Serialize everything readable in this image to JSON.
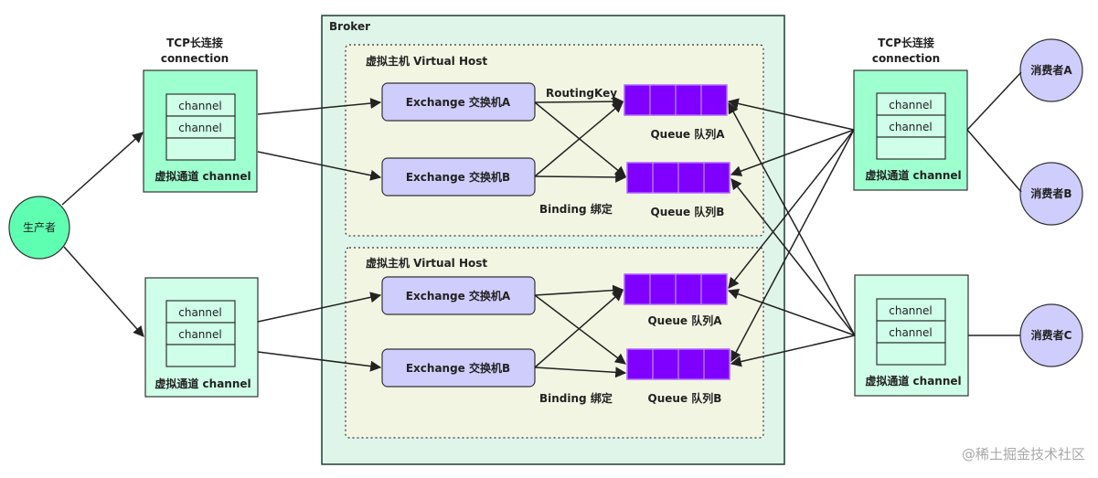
{
  "broker": {
    "title": "Broker"
  },
  "vhosts": [
    {
      "title": "虚拟主机 Virtual Host"
    },
    {
      "title": "虚拟主机 Virtual Host"
    }
  ],
  "exchanges": [
    {
      "label": "Exchange 交换机A"
    },
    {
      "label": "Exchange 交换机B"
    },
    {
      "label": "Exchange 交换机A"
    },
    {
      "label": "Exchange 交换机B"
    }
  ],
  "queues": [
    {
      "label": "Queue 队列A"
    },
    {
      "label": "Queue 队列B"
    },
    {
      "label": "Queue 队列A"
    },
    {
      "label": "Queue 队列B"
    }
  ],
  "routing_key": "RoutingKey",
  "bindings": [
    "Binding 绑定",
    "Binding 绑定"
  ],
  "connections": [
    {
      "header_1": "TCP长连接",
      "header_2": "connection",
      "channels": [
        "channel",
        "channel"
      ],
      "footer": "虚拟通道 channel"
    },
    {
      "channels": [
        "channel",
        "channel"
      ],
      "footer": "虚拟通道 channel"
    },
    {
      "header_1": "TCP长连接",
      "header_2": "connection",
      "channels": [
        "channel",
        "channel"
      ],
      "footer": "虚拟通道 channel"
    },
    {
      "channels": [
        "channel",
        "channel"
      ],
      "footer": "虚拟通道 channel"
    }
  ],
  "producer": {
    "label": "生产者"
  },
  "consumers": [
    {
      "label": "消费者A"
    },
    {
      "label": "消费者B"
    },
    {
      "label": "消费者C"
    }
  ],
  "watermark": "@稀土掘金技术社区",
  "colors": {
    "broker_fill": "#dff5ea",
    "vhost_fill": "#f3f5e3",
    "exchange_fill": "#cfcdfb",
    "queue_fill": "#7f00ff",
    "connection_fill_dark": "#9effcf",
    "connection_fill_light": "#cfffe8",
    "consumer_fill": "#cfcdfb",
    "producer_fill": "#5fffb1"
  }
}
